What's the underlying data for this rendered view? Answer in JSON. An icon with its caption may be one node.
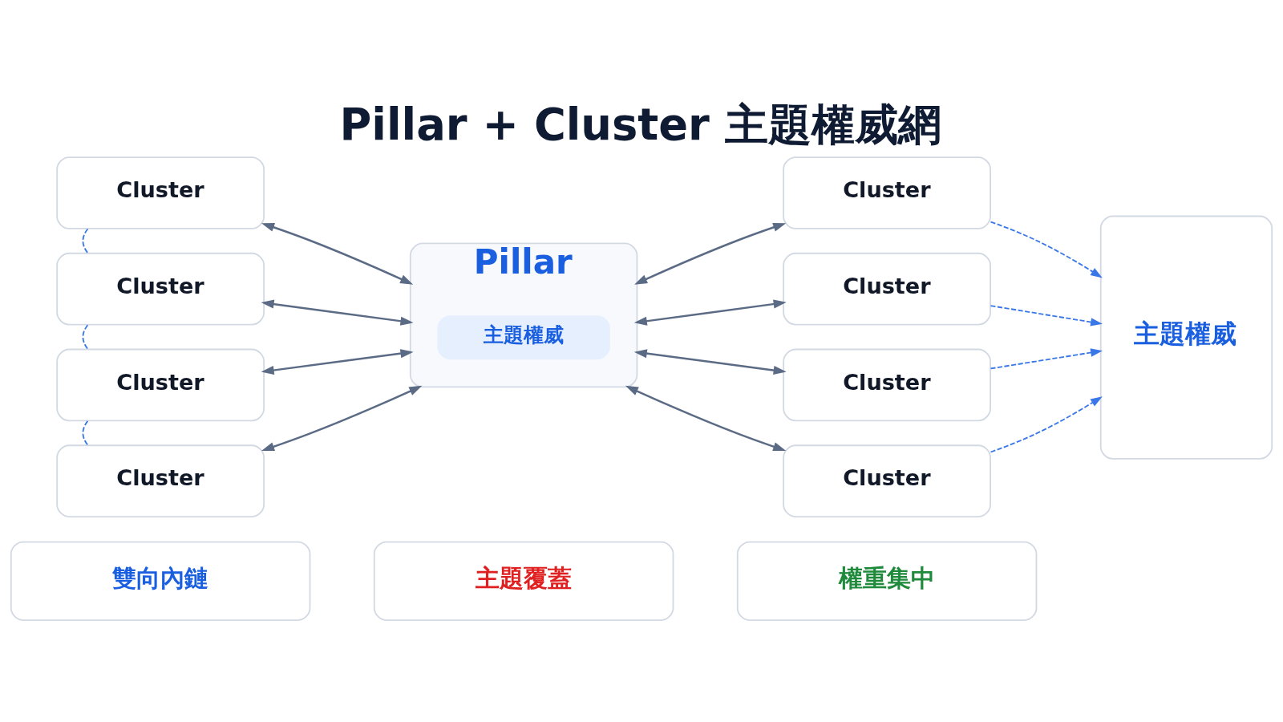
{
  "diagram": {
    "title": "Pillar + Cluster 主題權威網",
    "nodes": [
      {
        "text": [
          "Cluster"
        ]
      },
      {
        "text": [
          "Cluster"
        ]
      },
      {
        "text": [
          "Cluster"
        ]
      },
      {
        "text": [
          "Cluster"
        ]
      },
      {
        "text": [
          "Pillar"
        ]
      },
      {
        "text": [
          "主題權威"
        ],
        "in": 4
      },
      {
        "text": [
          "Cluster"
        ]
      },
      {
        "text": [
          "Cluster"
        ]
      },
      {
        "text": [
          "Cluster"
        ]
      },
      {
        "text": [
          "Cluster"
        ]
      },
      {
        "text": [
          "主題權威"
        ]
      },
      {
        "text": [
          "雙向內鏈"
        ]
      },
      {
        "text": [
          "主題覆蓋"
        ]
      },
      {
        "text": [
          "權重集中"
        ]
      }
    ],
    "edges": [
      {
        "from": 0,
        "to": 1,
        "arrow": "none",
        "style": "dashed",
        "color": "#3b78e7"
      },
      {
        "from": 1,
        "to": 2,
        "arrow": "none",
        "style": "dashed",
        "color": "#3b78e7"
      },
      {
        "from": 2,
        "to": 3,
        "arrow": "none",
        "style": "dashed",
        "color": "#3b78e7"
      },
      {
        "from": 0,
        "to": 4,
        "arrow": "both"
      },
      {
        "from": 1,
        "to": 4,
        "arrow": "both"
      },
      {
        "from": 2,
        "to": 4,
        "arrow": "both"
      },
      {
        "from": 3,
        "to": 4,
        "arrow": "both"
      },
      {
        "from": 4,
        "to": 6,
        "arrow": "both"
      },
      {
        "from": 4,
        "to": 7,
        "arrow": "both"
      },
      {
        "from": 4,
        "to": 8,
        "arrow": "both"
      },
      {
        "from": 4,
        "to": 9,
        "arrow": "both"
      },
      {
        "from": 6,
        "to": 10,
        "arrow": "to",
        "style": "dashed",
        "color": "#3b78e7"
      },
      {
        "from": 7,
        "to": 10,
        "arrow": "to",
        "style": "dashed",
        "color": "#3b78e7"
      },
      {
        "from": 8,
        "to": 10,
        "arrow": "to",
        "style": "dashed",
        "color": "#3b78e7"
      },
      {
        "from": 9,
        "to": 10,
        "arrow": "to",
        "style": "dashed",
        "color": "#3b78e7"
      }
    ]
  }
}
